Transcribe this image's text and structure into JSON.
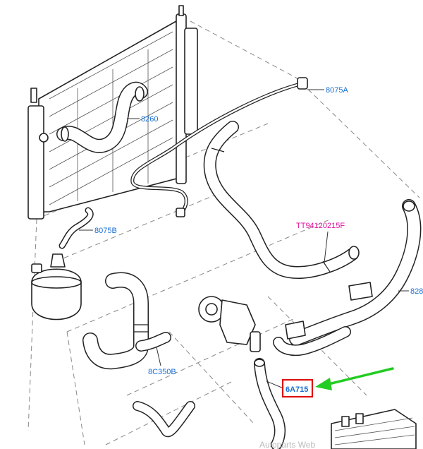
{
  "labels": {
    "p8260": "8260",
    "p8075a": "8075A",
    "p8075b": "8075B",
    "tt": "TT94120215F",
    "p828": "828",
    "p8c350b": "8C350B",
    "p6a715": "6A715"
  },
  "colors": {
    "label_blue": "#1a6fd1",
    "label_magenta": "#e0109a",
    "highlight_red": "#e01010",
    "arrow_green": "#22cc22",
    "line": "#222222"
  },
  "watermark": "Autoparts Web"
}
